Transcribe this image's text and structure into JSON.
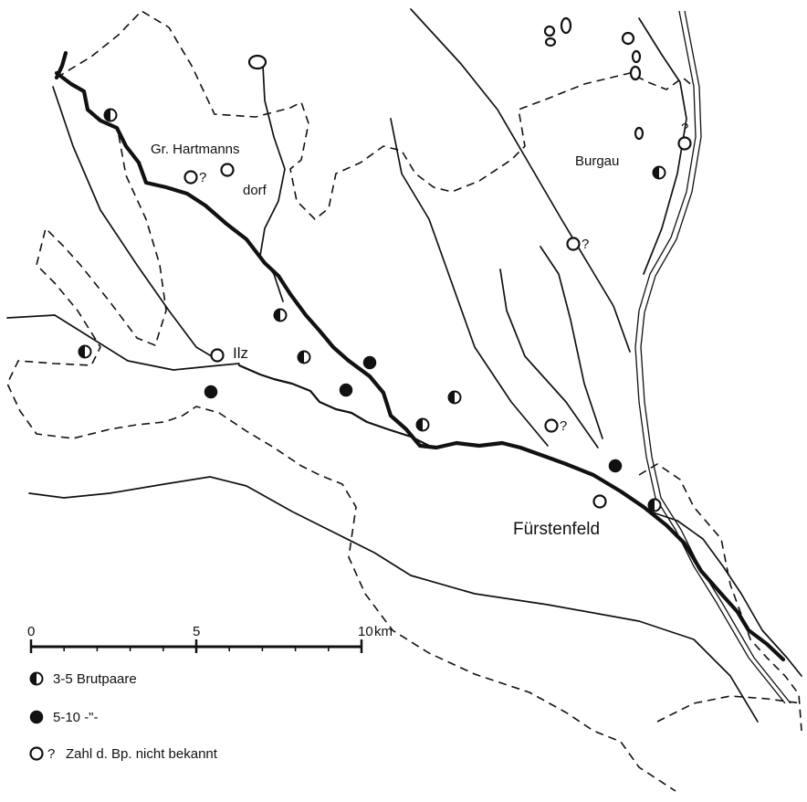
{
  "places": [
    {
      "id": "gr-hartmannsdorf",
      "lines": [
        "Gr. Hartmanns",
        "dorf"
      ]
    },
    {
      "id": "burgau",
      "lines": [
        "Burgau"
      ]
    },
    {
      "id": "fuerstenfeld",
      "lines": [
        "Fürstenfeld"
      ]
    }
  ],
  "river_label": "Ilz",
  "unknown_mark": "?",
  "colonies": [
    {
      "category": "3-5"
    },
    {
      "category": "3-5"
    },
    {
      "category": "3-5"
    },
    {
      "category": "3-5"
    },
    {
      "category": "3-5"
    },
    {
      "category": "3-5"
    },
    {
      "category": "3-5"
    },
    {
      "category": "3-5"
    },
    {
      "category": "5-10"
    },
    {
      "category": "5-10"
    },
    {
      "category": "5-10"
    },
    {
      "category": "5-10"
    },
    {
      "category": "unknown",
      "question": true
    },
    {
      "category": "unknown",
      "question": true
    },
    {
      "category": "unknown",
      "question": true
    },
    {
      "category": "unknown",
      "question": true
    },
    {
      "category": "unknown"
    },
    {
      "category": "unknown"
    },
    {
      "category": "unknown"
    }
  ],
  "scale": {
    "ticks": [
      "0",
      "5",
      "10"
    ],
    "unit": "km"
  },
  "legend": [
    {
      "symbol": "half",
      "label": "3-5  Brutpaare"
    },
    {
      "symbol": "full",
      "label": "5-10    -\"-"
    },
    {
      "symbol": "empty",
      "label": "Zahl d. Bp. nicht bekannt",
      "question": "?"
    }
  ]
}
